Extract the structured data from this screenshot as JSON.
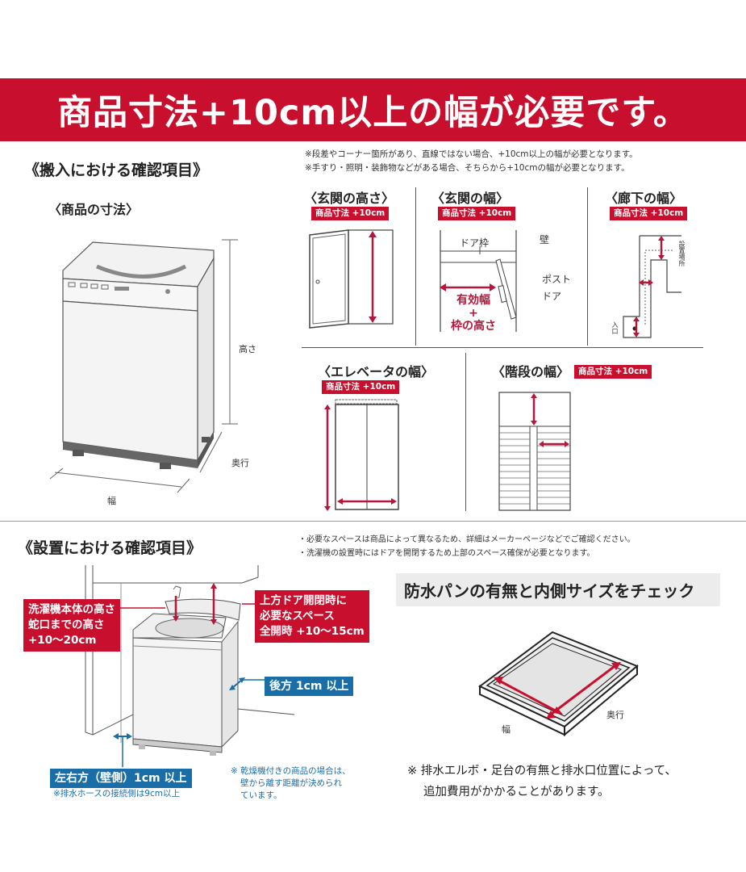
{
  "banner": {
    "title": "商品寸法+10cm以上の幅が必要です。"
  },
  "delivery": {
    "section_title": "《搬入における確認項目》",
    "product": {
      "title": "〈商品の寸法〉",
      "labels": {
        "height": "高さ",
        "depth": "奥行",
        "width": "幅"
      }
    },
    "notes": [
      "※段差やコーナー箇所があり、直線ではない場合、+10cm以上の幅が必要となります。",
      "※手すり・照明・装飾物などがある場合、そちらから+10cmの幅が必要となります。"
    ],
    "tag_label": "商品寸法 +10cm",
    "entrance_height": {
      "title": "〈玄関の高さ〉",
      "tag": "商品寸法 +10cm"
    },
    "entrance_width": {
      "title": "〈玄関の幅〉",
      "tag": "商品寸法 +10cm",
      "labels": {
        "door_frame": "ドア枠",
        "wall": "壁",
        "post": "ポスト",
        "door": "ドア",
        "effective_width": "有効幅",
        "plus": "+",
        "frame_height": "枠の高さ"
      }
    },
    "hallway_width": {
      "title": "〈廊下の幅〉",
      "tag": "商品寸法 +10cm",
      "labels": {
        "install_place": "設置場所",
        "entrance": "入口"
      }
    },
    "elevator_width": {
      "title": "〈エレベータの幅〉",
      "tag": "商品寸法 +10cm"
    },
    "stairs_width": {
      "title": "〈階段の幅〉",
      "tag": "商品寸法 +10cm"
    }
  },
  "installation": {
    "section_title": "《設置における確認項目》",
    "notes": [
      "・必要なスペースは商品によって異なるため、詳細はメーカーページなどでご確認ください。",
      "・洗濯機の設置時にはドアを開閉するため上部のスペース確保が必要となります。"
    ],
    "faucet_box": [
      "洗濯機本体の高さ",
      "蛇口までの高さ",
      "+10〜20cm"
    ],
    "door_box": [
      "上方ドア開閉時に",
      "必要なスペース",
      "全開時 +10〜15cm"
    ],
    "back_label": "後方 1cm 以上",
    "side_label": "左右方（壁側）1cm 以上",
    "side_note": "※排水ホースの接続側は9cm以上",
    "dryer_note": [
      "※ 乾燥機付きの商品の場合は、",
      "壁から離す距離が決められ",
      "ています。"
    ],
    "pan": {
      "heading": "防水パンの有無と内側サイズをチェック",
      "labels": {
        "width": "幅",
        "depth": "奥行"
      },
      "note": [
        "※ 排水エルボ・足台の有無と排水口位置によって、",
        "追加費用がかかることがあります。"
      ]
    }
  },
  "colors": {
    "accent_red": "#c8102e",
    "accent_blue": "#1a6ea8",
    "heading_bg": "#ececec"
  }
}
